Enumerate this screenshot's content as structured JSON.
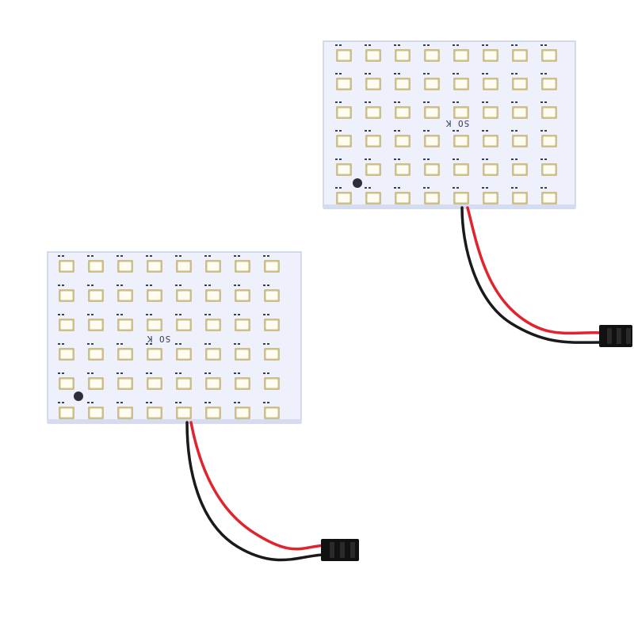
{
  "scene": {
    "background": "#ffffff",
    "panels": [
      {
        "id": "panel-top-right",
        "label": "SO K",
        "led_rows": 6,
        "led_cols": 8
      },
      {
        "id": "panel-bottom-left",
        "label": "SO K",
        "led_rows": 6,
        "led_cols": 8
      }
    ],
    "colors": {
      "board": "#eef1fb",
      "board_edge": "#c9cfe6",
      "led_frame": "#cdbf8c",
      "led_face": "#fffdf2",
      "wire_red": "#e0242e",
      "wire_black": "#1a1a1a",
      "connector": "#111111"
    }
  }
}
